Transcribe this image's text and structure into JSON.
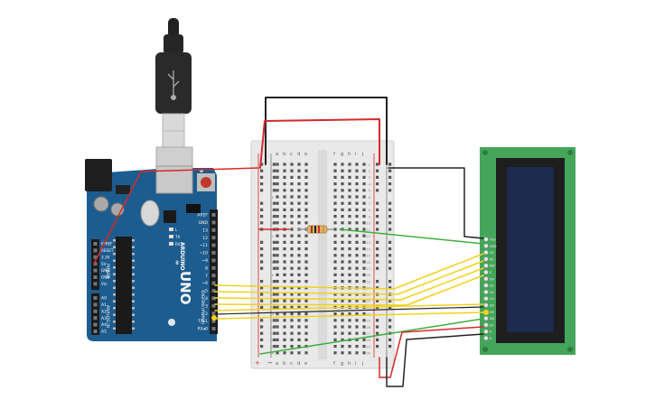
{
  "arduino": {
    "brand": "ARDUINO",
    "model": "UNO",
    "logo_symbol": "∞",
    "header_digital": "DIGITAL (PWM~)",
    "header_power": "POWER",
    "header_analog": "ANALOG IN",
    "led_labels": [
      "L",
      "TX",
      "RX"
    ],
    "digital_pins": [
      "AREF",
      "GND",
      "13",
      "12",
      "~11",
      "~10",
      "~9",
      "8",
      "7",
      "~6",
      "~5",
      "4",
      "~3",
      "2",
      "TX▸1",
      "RX◂0"
    ],
    "power_pins": [
      "IOREF",
      "RESET",
      "3.3V",
      "5V",
      "GND",
      "GND",
      "Vin"
    ],
    "analog_pins": [
      "A0",
      "A1",
      "A2",
      "A3",
      "A4",
      "A5"
    ],
    "usb_icon": "usb-plug-icon"
  },
  "breadboard": {
    "columns_left": [
      "a",
      "b",
      "c",
      "d",
      "e"
    ],
    "columns_right": [
      "f",
      "g",
      "h",
      "i",
      "j"
    ],
    "rail_plus": "+",
    "rail_minus": "−",
    "row_count": 30,
    "row_labels": [
      "1",
      "2",
      "3",
      "4",
      "5",
      "6",
      "7",
      "8",
      "9",
      "10",
      "11",
      "12",
      "13",
      "14",
      "15",
      "16",
      "17",
      "18",
      "19",
      "20",
      "21",
      "22",
      "23",
      "24",
      "25",
      "26",
      "27",
      "28",
      "29",
      "30"
    ]
  },
  "lcd": {
    "pin_labels": [
      "VSS",
      "VDD",
      "V0",
      "RS",
      "RW",
      "E",
      "D0",
      "D1",
      "D2",
      "D3",
      "D4",
      "D5",
      "D6",
      "D7",
      "A",
      "K"
    ],
    "board_color": "#45a55b",
    "screen_color": "#1c2a4e"
  },
  "colors": {
    "arduino": "#1d5c8e",
    "wire_red": "#d42a2a",
    "wire_black": "#222222",
    "wire_yellow": "#f2d21c",
    "wire_green": "#3fae3f",
    "breadboard": "#e9e9e9"
  }
}
